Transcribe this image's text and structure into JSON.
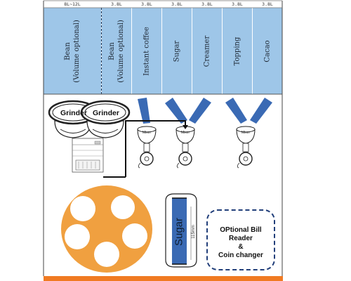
{
  "capacities": [
    "8L~12L",
    "3.8L",
    "3.8L",
    "3.8L",
    "3.8L",
    "3.8L",
    "3.8L"
  ],
  "canisters": [
    {
      "line1": "Bean",
      "line2": "(Volume optional)"
    },
    {
      "line1": "Bean",
      "line2": "(Volume optional)"
    },
    {
      "line1": "Instant coffee",
      "line2": ""
    },
    {
      "line1": "Sugar",
      "line2": ""
    },
    {
      "line1": "Creamer",
      "line2": ""
    },
    {
      "line1": "Topping",
      "line2": ""
    },
    {
      "line1": "Cacao",
      "line2": ""
    }
  ],
  "grinders": [
    "Grinder",
    "Grinder"
  ],
  "mixers": [
    "Mixer",
    "Mixer",
    "Mixer"
  ],
  "sugar_dispenser": {
    "label": "Sugar",
    "dimension": "115mm"
  },
  "bill_reader": {
    "line1": "OPtional Bill",
    "line2": "Reader",
    "line3": "&",
    "line4": "Coin changer"
  },
  "colors": {
    "canister": "#9ec6e8",
    "chute": "#3a6ab4",
    "cup_turret": "#f0a040",
    "base_bar": "#f07a22",
    "sugar_fill": "#3a6ab4"
  }
}
